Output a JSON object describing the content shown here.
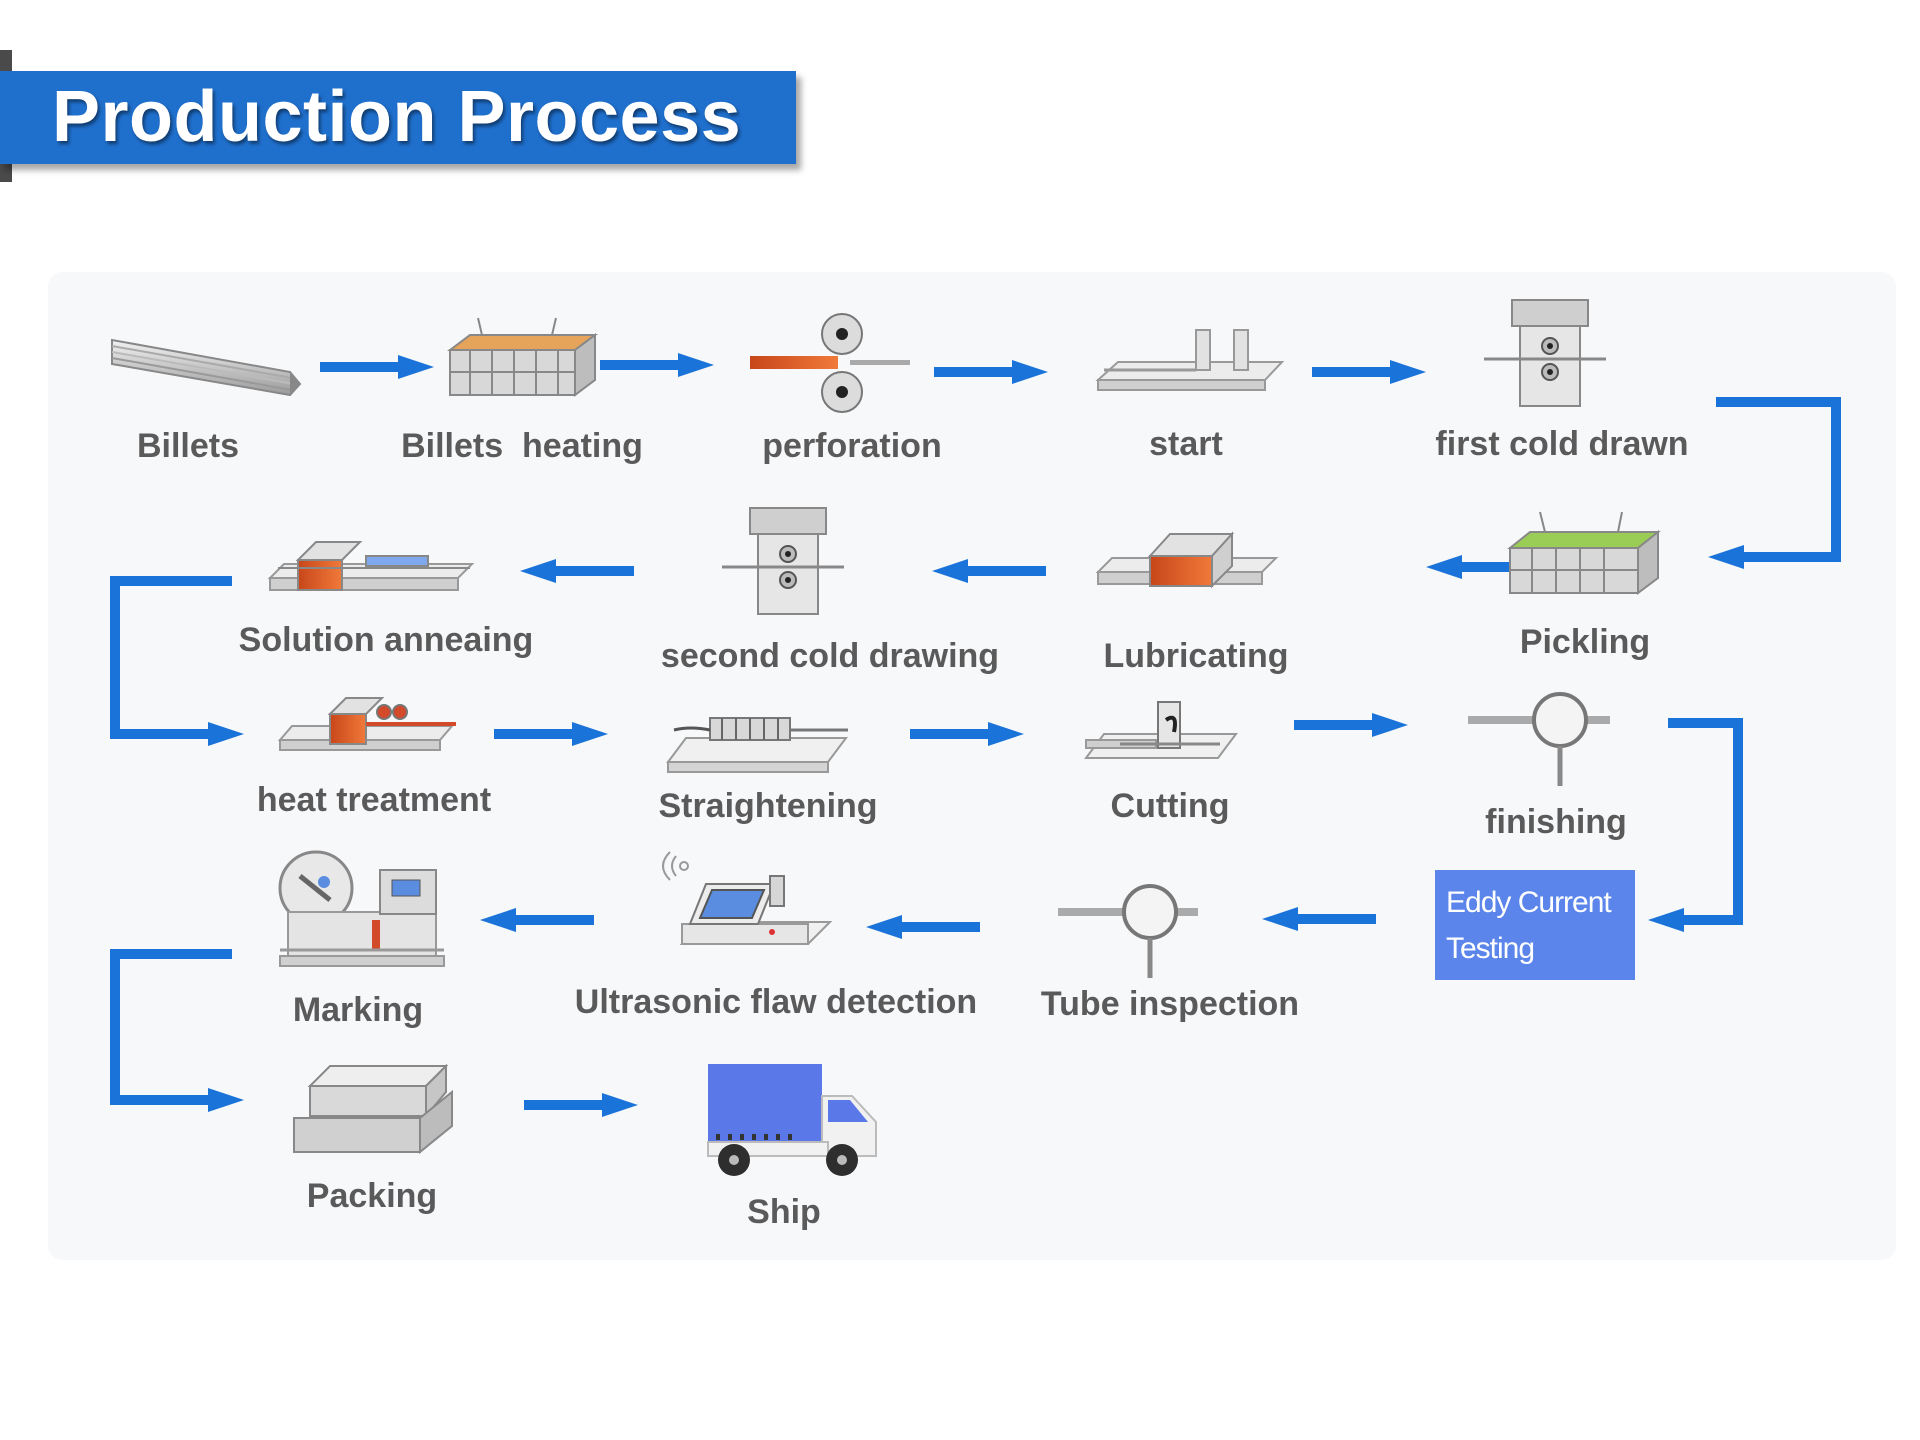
{
  "title": "Production Process",
  "colors": {
    "banner": "#1f6fcc",
    "arrow": "#1a73d9",
    "eddy_box": "#5b85ea",
    "label": "#5a5a5a",
    "accent_orange": "#e0541f"
  },
  "steps": [
    {
      "label": "Billets",
      "icon": "billets-icon"
    },
    {
      "label": "Billets  heating",
      "icon": "heating-furnace-icon"
    },
    {
      "label": "perforation",
      "icon": "perforation-rollers-icon"
    },
    {
      "label": "start",
      "icon": "start-bench-icon"
    },
    {
      "label": "first cold drawn",
      "icon": "cold-drawing-mill-icon"
    },
    {
      "label": "Pickling",
      "icon": "pickling-tank-icon"
    },
    {
      "label": "Lubricating",
      "icon": "lubricating-machine-icon"
    },
    {
      "label": "second cold drawing",
      "icon": "cold-drawing-mill-icon"
    },
    {
      "label": "Solution anneaing",
      "icon": "annealing-furnace-icon"
    },
    {
      "label": "heat treatment",
      "icon": "heat-treatment-machine-icon"
    },
    {
      "label": "Straightening",
      "icon": "straightening-machine-icon"
    },
    {
      "label": "Cutting",
      "icon": "cutting-machine-icon"
    },
    {
      "label": "finishing",
      "icon": "finishing-gauge-icon"
    },
    {
      "label_lines": [
        "Eddy Current",
        "Testing"
      ],
      "icon": "none"
    },
    {
      "label": "Tube inspection",
      "icon": "inspection-gauge-icon"
    },
    {
      "label": "Ultrasonic flaw detection",
      "icon": "ultrasonic-detector-icon"
    },
    {
      "label": "Marking",
      "icon": "marking-machine-icon"
    },
    {
      "label": "Packing",
      "icon": "packed-crates-icon"
    },
    {
      "label": "Ship",
      "icon": "truck-icon"
    }
  ]
}
